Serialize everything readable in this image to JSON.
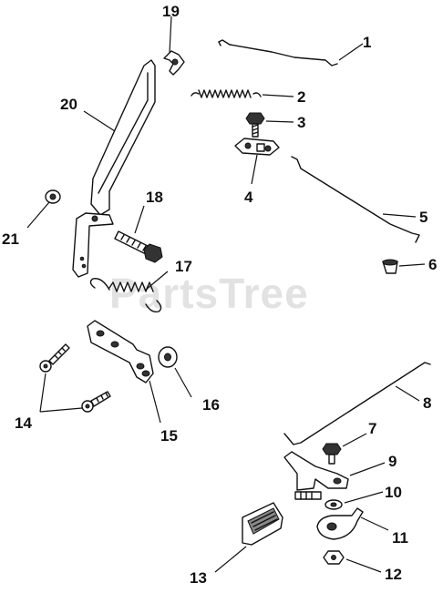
{
  "watermark": "PartsTree",
  "callouts": [
    {
      "id": "c1",
      "label": "1"
    },
    {
      "id": "c2",
      "label": "2"
    },
    {
      "id": "c3",
      "label": "3"
    },
    {
      "id": "c4",
      "label": "4"
    },
    {
      "id": "c5",
      "label": "5"
    },
    {
      "id": "c6",
      "label": "6"
    },
    {
      "id": "c7",
      "label": "7"
    },
    {
      "id": "c8",
      "label": "8"
    },
    {
      "id": "c9",
      "label": "9"
    },
    {
      "id": "c10",
      "label": "10"
    },
    {
      "id": "c11",
      "label": "11"
    },
    {
      "id": "c12",
      "label": "12"
    },
    {
      "id": "c13",
      "label": "13"
    },
    {
      "id": "c14",
      "label": "14"
    },
    {
      "id": "c15",
      "label": "15"
    },
    {
      "id": "c16",
      "label": "16"
    },
    {
      "id": "c17",
      "label": "17"
    },
    {
      "id": "c18",
      "label": "18"
    },
    {
      "id": "c19",
      "label": "19"
    },
    {
      "id": "c20",
      "label": "20"
    },
    {
      "id": "c21",
      "label": "21"
    }
  ]
}
